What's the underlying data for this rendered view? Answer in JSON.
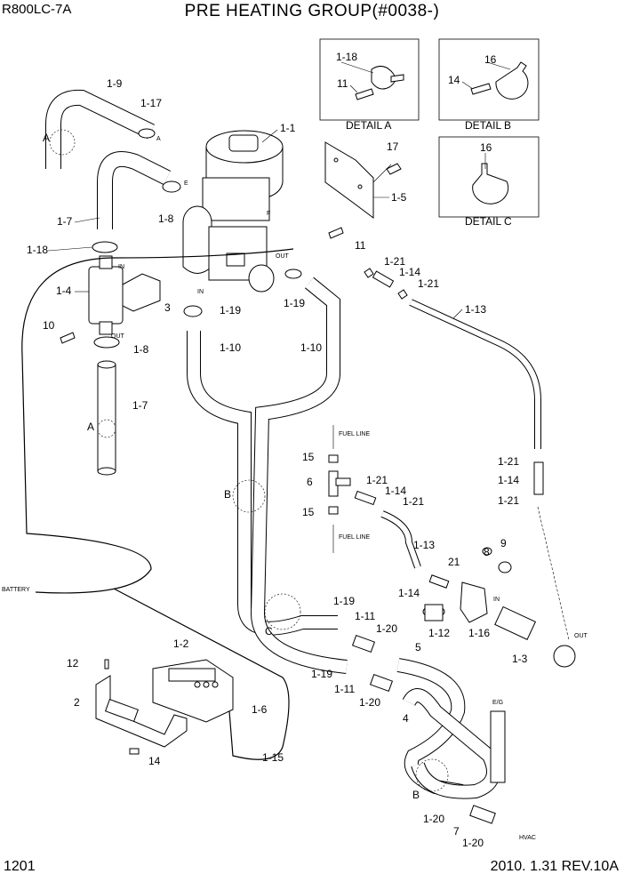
{
  "header": {
    "model": "R800LC-7A",
    "title": "PRE HEATING GROUP(#0038-)"
  },
  "footer": {
    "page": "1201",
    "date_rev": "2010. 1.31  REV.10A"
  },
  "details": [
    {
      "title": "DETAIL A",
      "parts": [
        "1-18",
        "11"
      ]
    },
    {
      "title": "DETAIL B",
      "parts": [
        "16",
        "14"
      ]
    },
    {
      "title": "DETAIL C",
      "parts": [
        "16"
      ]
    }
  ],
  "callouts": {
    "c1_1": "1-1",
    "c1_2": "1-2",
    "c1_3": "1-3",
    "c1_4": "1-4",
    "c1_5": "1-5",
    "c1_6": "1-6",
    "c1_7a": "1-7",
    "c1_7b": "1-7",
    "c1_8a": "1-8",
    "c1_8b": "1-8",
    "c1_9": "1-9",
    "c1_10": "1-10",
    "c1_10b": "1-10",
    "c1_11a": "1-11",
    "c1_11b": "1-11",
    "c1_12": "1-12",
    "c1_13a": "1-13",
    "c1_13b": "1-13",
    "c1_14a": "1-14",
    "c1_14b": "1-14",
    "c1_14c": "1-14",
    "c1_14d": "1-14",
    "c1_15": "1-15",
    "c1_16": "1-16",
    "c1_17": "1-17",
    "c1_18": "1-18",
    "c1_19a": "1-19",
    "c1_19b": "1-19",
    "c1_19c": "1-19",
    "c1_19d": "1-19",
    "c1_20a": "1-20",
    "c1_20b": "1-20",
    "c1_20c": "1-20",
    "c1_20d": "1-20",
    "c1_21a": "1-21",
    "c1_21b": "1-21",
    "c1_21c": "1-21",
    "c1_21d": "1-21",
    "c1_21e": "1-21",
    "c1_21f": "1-21",
    "c21": "21",
    "c2": "2",
    "c3": "3",
    "c4": "4",
    "c5": "5",
    "c6": "6",
    "c7": "7",
    "c8": "8",
    "c9": "9",
    "c10": "10",
    "c11": "11",
    "c12": "12",
    "c14": "14",
    "c15a": "15",
    "c15b": "15",
    "c17": "17"
  },
  "refs": {
    "a1": "A",
    "a2": "A",
    "b1": "B",
    "b2": "B",
    "c": "C"
  },
  "small": {
    "fuel_line_top": "FUEL LINE",
    "fuel_line_bottom": "FUEL LINE",
    "battery": "BATTERY",
    "eg": "E/G",
    "hvac": "HVAC",
    "in1": "IN",
    "in2": "IN",
    "in3": "IN",
    "out1": "OUT",
    "out2": "OUT",
    "out3": "OUT",
    "tagA": "A",
    "tagE": "E",
    "tagF": "F"
  }
}
